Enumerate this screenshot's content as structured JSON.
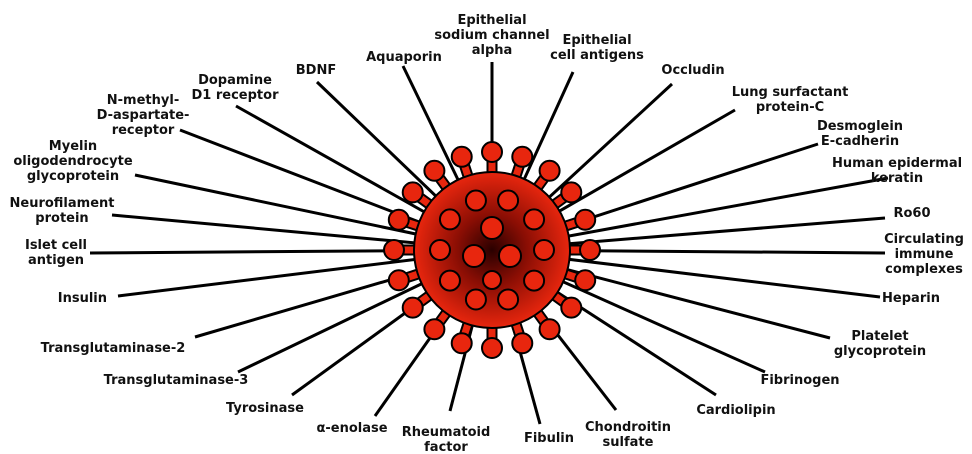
{
  "center_label": "",
  "colors": {
    "virus_fill": "#e8260e",
    "virus_core": "#2a0000",
    "outline": "#000000",
    "text": "#111111",
    "background": "#ffffff"
  },
  "antigens": [
    {
      "id": "epithelial-sodium-channel-alpha",
      "lines": [
        "Epithelial",
        "sodium channel",
        "alpha"
      ]
    },
    {
      "id": "epithelial-cell-antigens",
      "lines": [
        "Epithelial",
        "cell antigens"
      ]
    },
    {
      "id": "occludin",
      "lines": [
        "Occludin"
      ]
    },
    {
      "id": "lung-surfactant-protein-c",
      "lines": [
        "Lung surfactant",
        "protein-C"
      ]
    },
    {
      "id": "desmoglein-e-cadherin",
      "lines": [
        "Desmoglein",
        "E-cadherin"
      ]
    },
    {
      "id": "human-epidermal-keratin",
      "lines": [
        "Human epidermal",
        "keratin"
      ]
    },
    {
      "id": "ro60",
      "lines": [
        "Ro60"
      ]
    },
    {
      "id": "circulating-immune-complexes",
      "lines": [
        "Circulating",
        "immune",
        "complexes"
      ]
    },
    {
      "id": "heparin",
      "lines": [
        "Heparin"
      ]
    },
    {
      "id": "platelet-glycoprotein",
      "lines": [
        "Platelet",
        "glycoprotein"
      ]
    },
    {
      "id": "fibrinogen",
      "lines": [
        "Fibrinogen"
      ]
    },
    {
      "id": "cardiolipin",
      "lines": [
        "Cardiolipin"
      ]
    },
    {
      "id": "chondroitin-sulfate",
      "lines": [
        "Chondroitin",
        "sulfate"
      ]
    },
    {
      "id": "fibulin",
      "lines": [
        "Fibulin"
      ]
    },
    {
      "id": "rheumatoid-factor",
      "lines": [
        "Rheumatoid",
        "factor"
      ]
    },
    {
      "id": "alpha-enolase",
      "lines": [
        "α-enolase"
      ]
    },
    {
      "id": "tyrosinase",
      "lines": [
        "Tyrosinase"
      ]
    },
    {
      "id": "transglutaminase-3",
      "lines": [
        "Transglutaminase-3"
      ]
    },
    {
      "id": "transglutaminase-2",
      "lines": [
        "Transglutaminase-2"
      ]
    },
    {
      "id": "insulin",
      "lines": [
        "Insulin"
      ]
    },
    {
      "id": "islet-cell-antigen",
      "lines": [
        "Islet cell",
        "antigen"
      ]
    },
    {
      "id": "neurofilament-protein",
      "lines": [
        "Neurofilament",
        "protein"
      ]
    },
    {
      "id": "myelin-oligodendrocyte-glycoprotein",
      "lines": [
        "Myelin",
        "oligodendrocyte",
        "glycoprotein"
      ]
    },
    {
      "id": "n-methyl-d-aspartate-receptor",
      "lines": [
        "N-methyl-",
        "D-aspartate-",
        "receptor"
      ]
    },
    {
      "id": "dopamine-d1-receptor",
      "lines": [
        "Dopamine",
        "D1 receptor"
      ]
    },
    {
      "id": "bdnf",
      "lines": [
        "BDNF"
      ]
    },
    {
      "id": "aquaporin",
      "lines": [
        "Aquaporin"
      ]
    }
  ]
}
